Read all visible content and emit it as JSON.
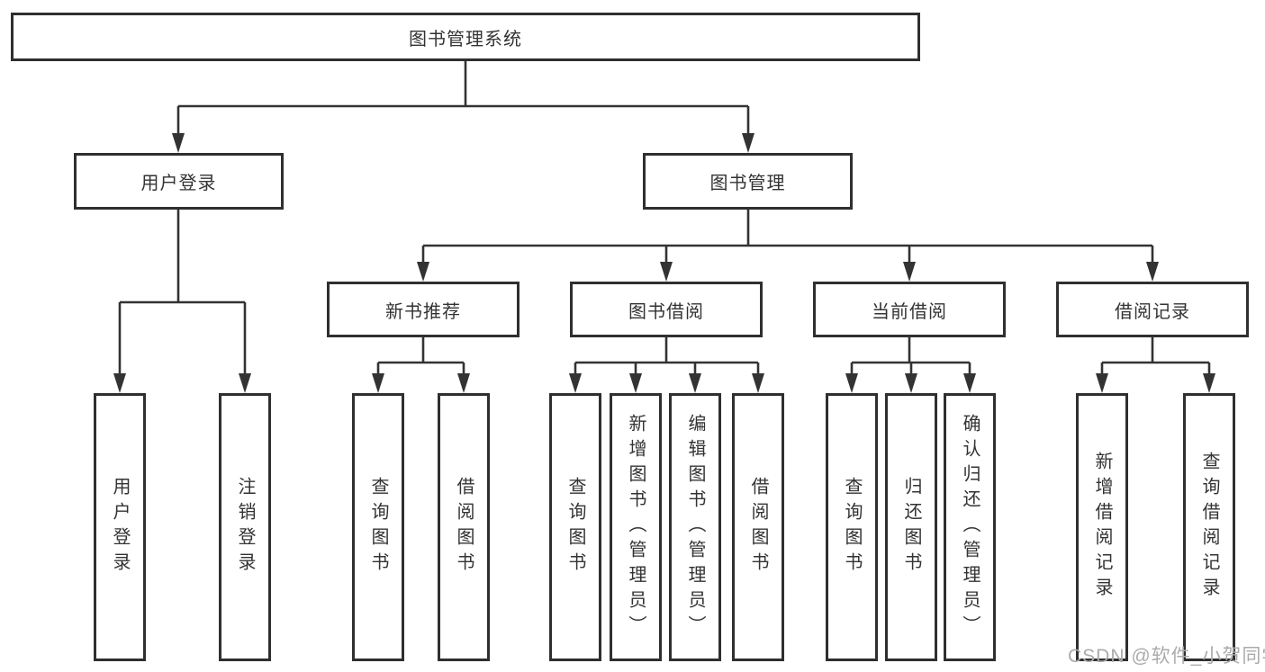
{
  "diagram_type": "hierarchy-tree",
  "tree": {
    "label": "图书管理系统",
    "children": [
      {
        "label": "用户登录",
        "children": [
          {
            "label": "用户登录"
          },
          {
            "label": "注销登录"
          }
        ]
      },
      {
        "label": "图书管理",
        "children": [
          {
            "label": "新书推荐",
            "children": [
              {
                "label": "查询图书"
              },
              {
                "label": "借阅图书"
              }
            ]
          },
          {
            "label": "图书借阅",
            "children": [
              {
                "label": "查询图书"
              },
              {
                "label": "新增图书（管理员）"
              },
              {
                "label": "编辑图书（管理员）"
              },
              {
                "label": "借阅图书"
              }
            ]
          },
          {
            "label": "当前借阅",
            "children": [
              {
                "label": "查询图书"
              },
              {
                "label": "归还图书"
              },
              {
                "label": "确认归还（管理员）"
              }
            ]
          },
          {
            "label": "借阅记录",
            "children": [
              {
                "label": "新增借阅记录"
              },
              {
                "label": "查询借阅记录"
              }
            ]
          }
        ]
      }
    ]
  },
  "watermark": {
    "text": "CSDN @软件_小贺同学"
  },
  "colors": {
    "bg": "#ffffff",
    "box_fill": "#ffffff",
    "box_border": "#2f2f2f",
    "line": "#333333",
    "text": "#333333",
    "watermark": "#ababab"
  }
}
